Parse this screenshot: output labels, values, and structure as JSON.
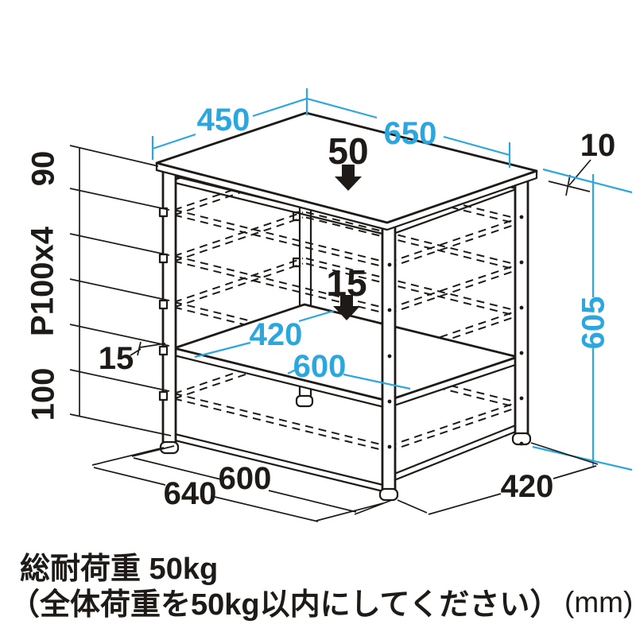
{
  "diagram": {
    "unit_label": "(mm)",
    "colors": {
      "dimension_accent": "#2BA7DF",
      "line": "#1D1A17"
    },
    "top": {
      "depth_mm": "450",
      "width_mm": "650",
      "load_kg": "50",
      "top_thickness_mm": "10"
    },
    "left_stack": {
      "top_offset_mm": "90",
      "hole_pitch": "P100x4",
      "shelf_thickness_mm": "15",
      "bottom_offset_mm": "100"
    },
    "shelf": {
      "load_kg": "15",
      "depth_mm": "420",
      "width_mm": "600"
    },
    "right": {
      "total_height_mm": "605"
    },
    "bottom": {
      "inner_width_mm": "600",
      "outer_width_mm": "640",
      "side_depth_mm": "420"
    }
  },
  "notes": {
    "line1": "総耐荷重 50kg",
    "line2": "（全体荷重を50kg以内にしてください）"
  }
}
